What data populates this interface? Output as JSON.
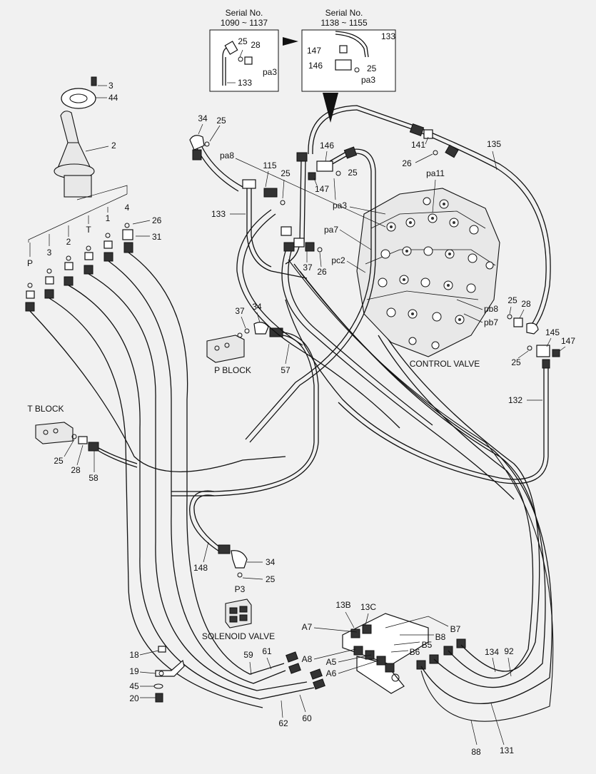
{
  "serial_left": {
    "title": "Serial No.",
    "range": "1090 ~ 1137"
  },
  "serial_right": {
    "title": "Serial No.",
    "range": "1138 ~ 1155"
  },
  "labels": {
    "control_valve": "CONTROL VALVE",
    "p_block": "P BLOCK",
    "t_block": "T BLOCK",
    "solenoid_valve": "SOLENOID VALVE",
    "p3": "P3"
  },
  "port_labels": [
    "pa8",
    "pa3",
    "pa7",
    "pc2",
    "pa11",
    "pb8",
    "pb7",
    "pa3",
    "pa3"
  ],
  "joystick_ports": [
    "P",
    "3",
    "2",
    "T",
    "1",
    "4"
  ],
  "solenoid_ports": [
    "A7",
    "A8",
    "A5",
    "A6",
    "B7",
    "B8",
    "B5",
    "B6",
    "13B",
    "13C"
  ],
  "part_numbers": [
    "3",
    "44",
    "2",
    "26",
    "31",
    "34",
    "25",
    "115",
    "25",
    "133",
    "146",
    "25",
    "147",
    "141",
    "135",
    "26",
    "25",
    "28",
    "145",
    "147",
    "25",
    "132",
    "37",
    "26",
    "25",
    "34",
    "57",
    "25",
    "28",
    "58",
    "148",
    "34",
    "25",
    "18",
    "19",
    "45",
    "20",
    "59",
    "61",
    "62",
    "60",
    "134",
    "92",
    "88",
    "131"
  ],
  "inset_left_parts": [
    "25",
    "28",
    "pa3",
    "133"
  ],
  "inset_right_parts": [
    "133",
    "147",
    "146",
    "25",
    "pa3"
  ]
}
